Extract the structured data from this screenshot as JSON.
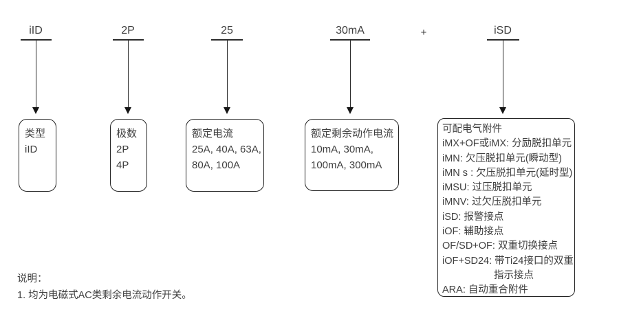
{
  "diagram": {
    "plus_sign": "+",
    "columns": [
      {
        "code": "iID",
        "box": {
          "title": "类型",
          "lines": [
            "iID"
          ]
        }
      },
      {
        "code": "2P",
        "box": {
          "title": "极数",
          "lines": [
            "2P",
            "4P"
          ]
        }
      },
      {
        "code": "25",
        "box": {
          "title": "额定电流",
          "lines": [
            "25A, 40A, 63A,",
            "80A, 100A"
          ]
        }
      },
      {
        "code": "30mA",
        "box": {
          "title": "额定剩余动作电流",
          "lines": [
            "10mA, 30mA,",
            "100mA, 300mA"
          ]
        }
      },
      {
        "code": "iSD",
        "box": {
          "title": "可配电气附件",
          "lines": [
            "iMX+OF或iMX: 分励脱扣单元",
            "iMN: 欠压脱扣单元(瞬动型)",
            "iMN s : 欠压脱扣单元(延时型)",
            "iMSU: 过压脱扣单元",
            "iMNV: 过欠压脱扣单元",
            "iSD: 报警接点",
            "iOF: 辅助接点",
            "OF/SD+OF: 双重切换接点",
            "iOF+SD24: 带Ti24接口的双重",
            "指示接点",
            "ARA: 自动重合附件"
          ]
        }
      }
    ],
    "notes": {
      "heading": "说明：",
      "items": [
        "1. 均为电磁式AC类剩余电流动作开关。"
      ]
    },
    "colors": {
      "text": "#3f3f3f",
      "line": "#2b2b2b"
    }
  }
}
